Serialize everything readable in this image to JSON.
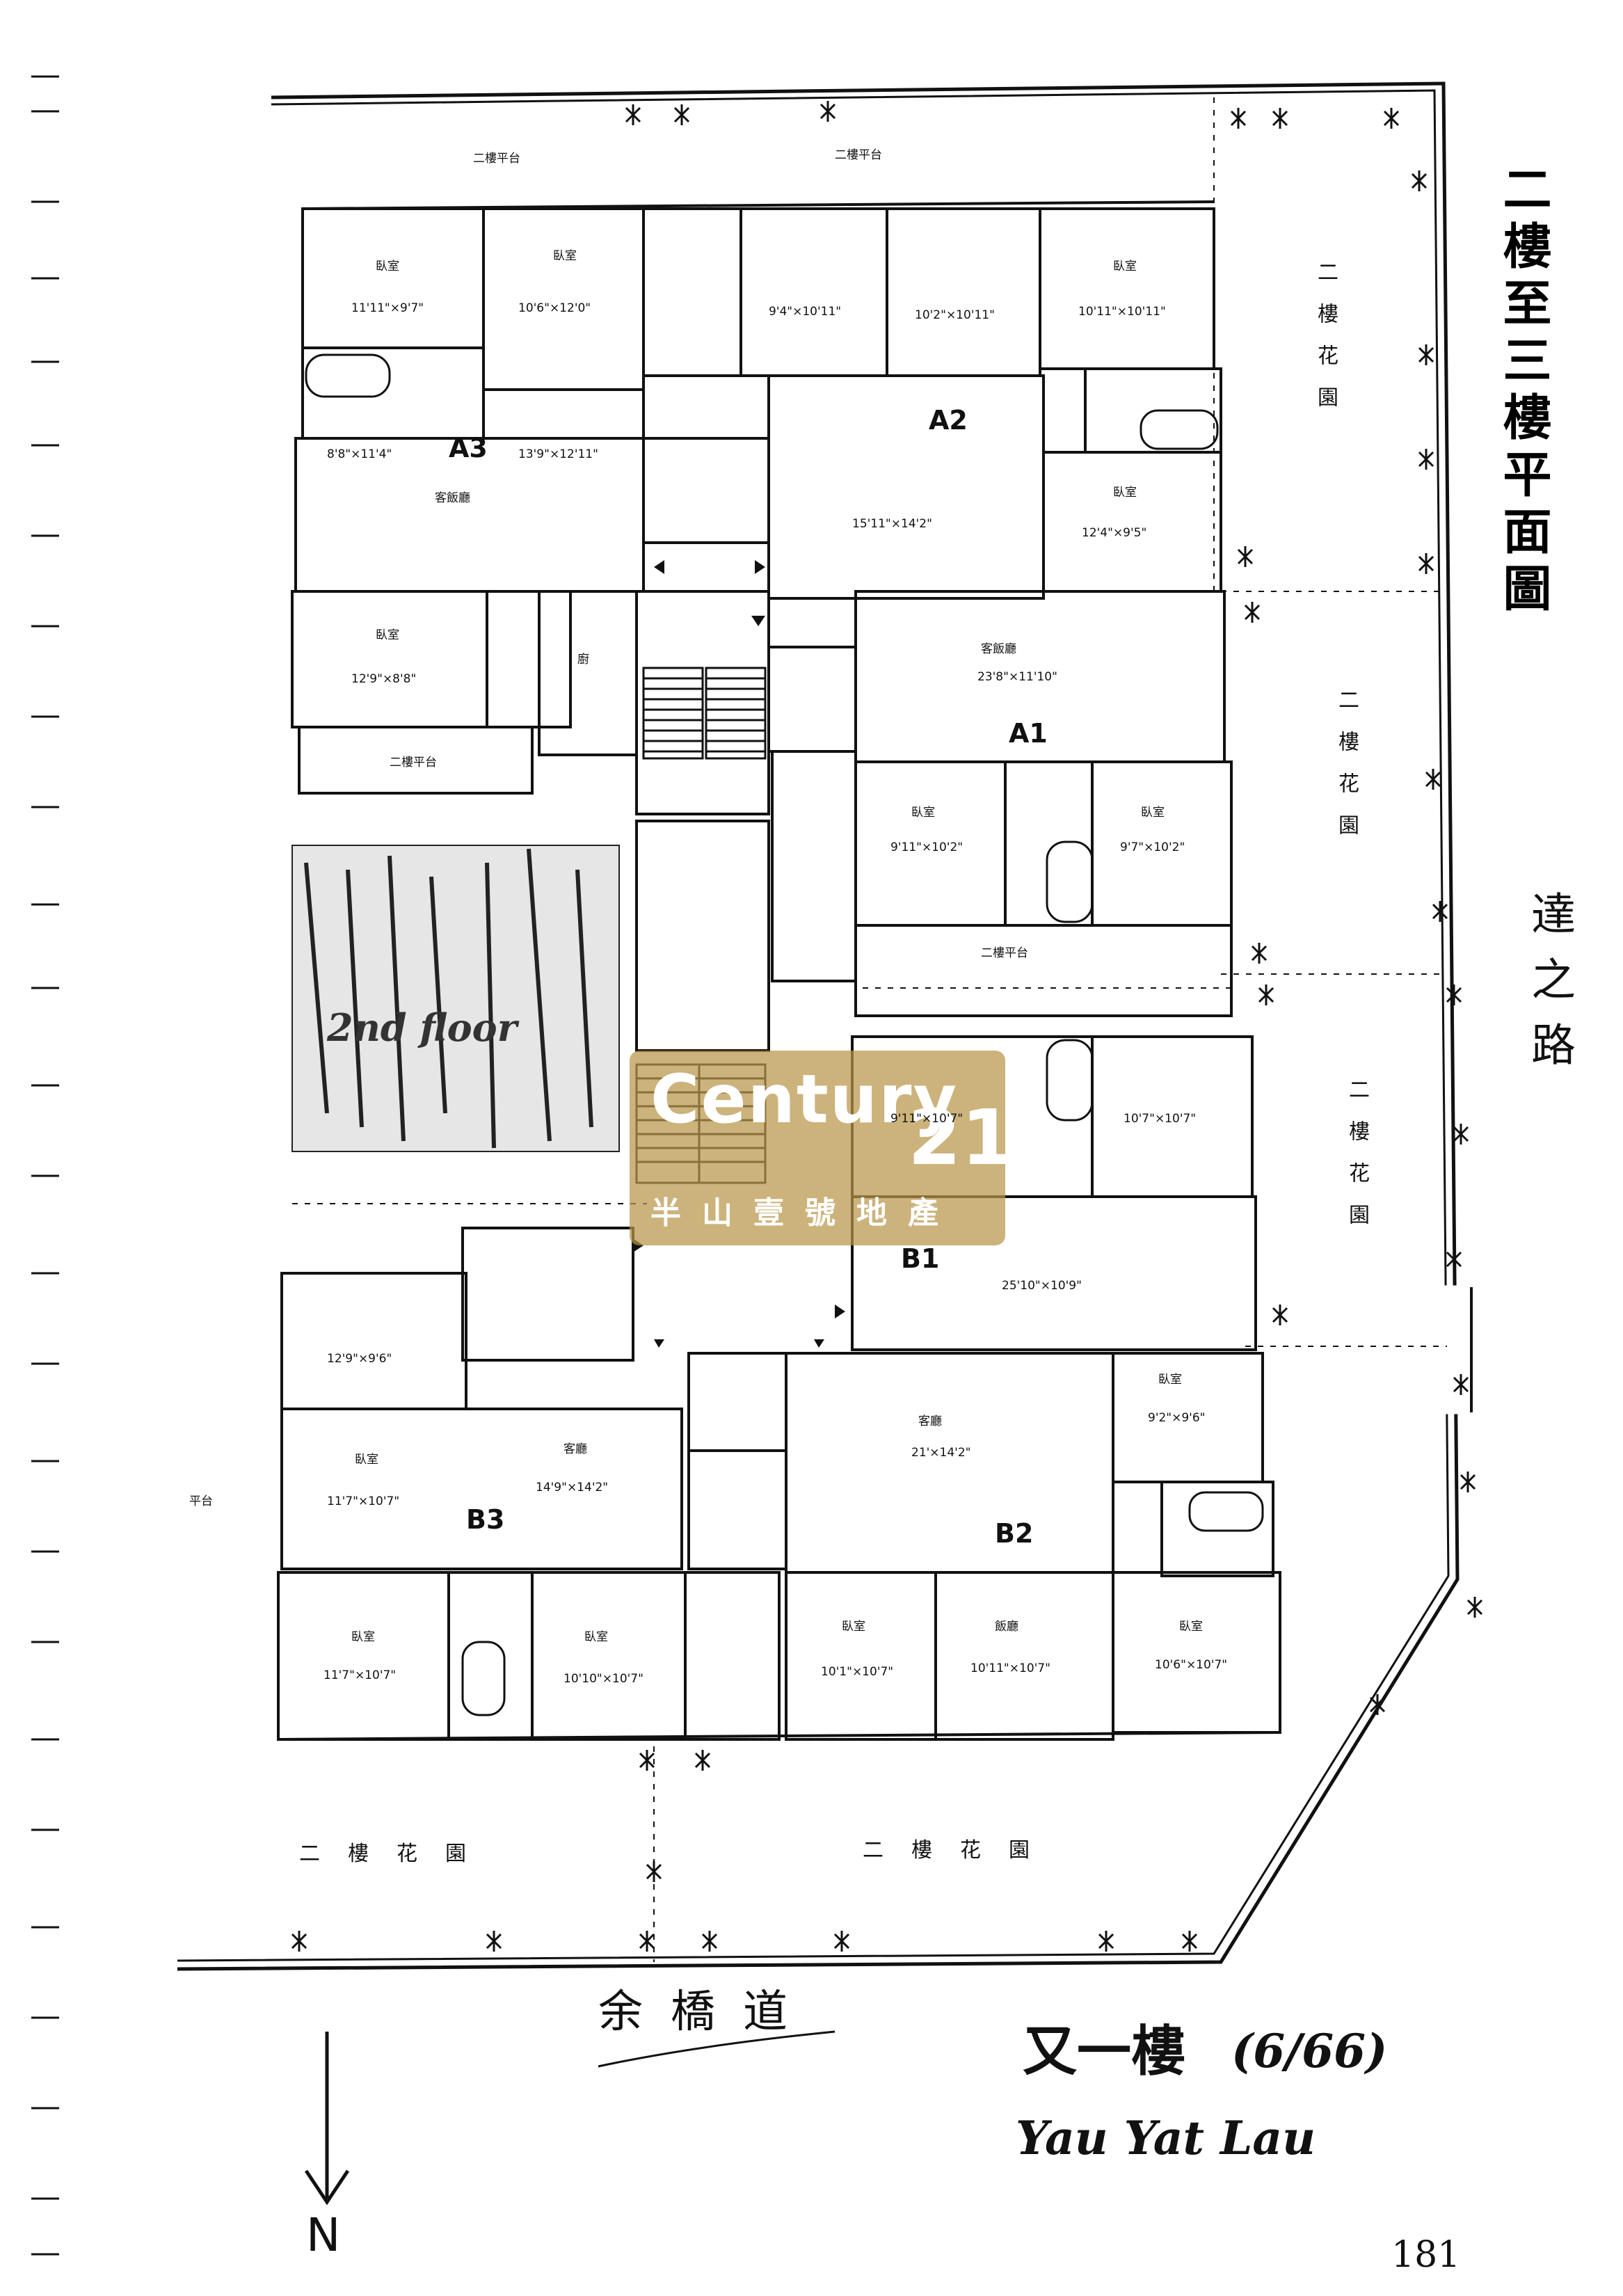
{
  "title": "二樓至三樓平面圖",
  "road_right": "達之路",
  "road_bottom": "余橋道",
  "building_cn": "又一樓",
  "building_code": "(6/66)",
  "building_en": "Yau Yat Lau",
  "north_label": "N",
  "page_number": "181",
  "watermark": {
    "brand": "Century",
    "number": "21",
    "subtitle": "半山壹號地產",
    "color": "#b8964a"
  },
  "units": [
    "A1",
    "A2",
    "A3",
    "B1",
    "B2",
    "B3"
  ],
  "gardens": {
    "top_terrace_left": "二樓平台",
    "top_terrace_right": "二樓平台",
    "right_upper": "二樓花園",
    "right_middle": "二樓花園",
    "right_lower": "二樓花園",
    "bottom_left": "二樓花園",
    "bottom_right": "二樓花園",
    "mid_terrace_a1": "二樓平台",
    "mid_terrace_a3": "二樓平台",
    "left_terrace_b3": "平台"
  },
  "rooms": {
    "a3_bed1_name": "臥室",
    "a3_bed1_dim": "11'11\"×9'7\"",
    "a3_bed2_name": "臥室",
    "a3_bed2_dim": "10'6\"×12'0\"",
    "a3_bath_dim": "8'8\"×11'4\"",
    "a3_living_dim": "13'9\"×12'11\"",
    "a3_living_name": "客飯廳",
    "a3_bed3_name": "臥室",
    "a3_bed3_dim": "12'9\"×8'8\"",
    "a3_kitchen_name": "廚",
    "a2_bed1_dim": "9'4\"×10'11\"",
    "a2_bed2_dim": "10'2\"×10'11\"",
    "a2_bed3_name": "臥室",
    "a2_bed3_dim": "10'11\"×10'11\"",
    "a2_living_dim": "15'11\"×14'2\"",
    "a2_bed4_name": "臥室",
    "a2_bed4_dim": "12'4\"×9'5\"",
    "a1_living_name": "客飯廳",
    "a1_living_dim": "23'8\"×11'10\"",
    "a1_bed1_name": "臥室",
    "a1_bed1_dim": "9'11\"×10'2\"",
    "a1_bed2_name": "臥室",
    "a1_bed2_dim": "9'7\"×10'2\"",
    "b1_bed1_dim": "9'11\"×10'7\"",
    "b1_bed2_dim": "10'7\"×10'7\"",
    "b1_living_dim": "25'10\"×10'9\"",
    "b3_kitchen_dim": "12'9\"×9'6\"",
    "b3_bed1_name": "臥室",
    "b3_bed1_dim": "11'7\"×10'7\"",
    "b3_living_name": "客廳",
    "b3_living_dim": "14'9\"×14'2\"",
    "b3_bed2_name": "臥室",
    "b3_bed2_dim": "11'7\"×10'7\"",
    "b3_bed3_name": "臥室",
    "b3_bed3_dim": "10'10\"×10'7\"",
    "b2_living_name": "客廳",
    "b2_living_dim": "21'×14'2\"",
    "b2_bed1_name": "臥室",
    "b2_bed1_dim": "9'2\"×9'6\"",
    "b2_bed2_name": "臥室",
    "b2_bed2_dim": "10'1\"×10'7\"",
    "b2_bed3_name": "飯廳",
    "b2_bed3_dim": "10'11\"×10'7\"",
    "b2_bed4_name": "臥室",
    "b2_bed4_dim": "10'6\"×10'7\""
  },
  "handwritten_note": "2nd floor"
}
